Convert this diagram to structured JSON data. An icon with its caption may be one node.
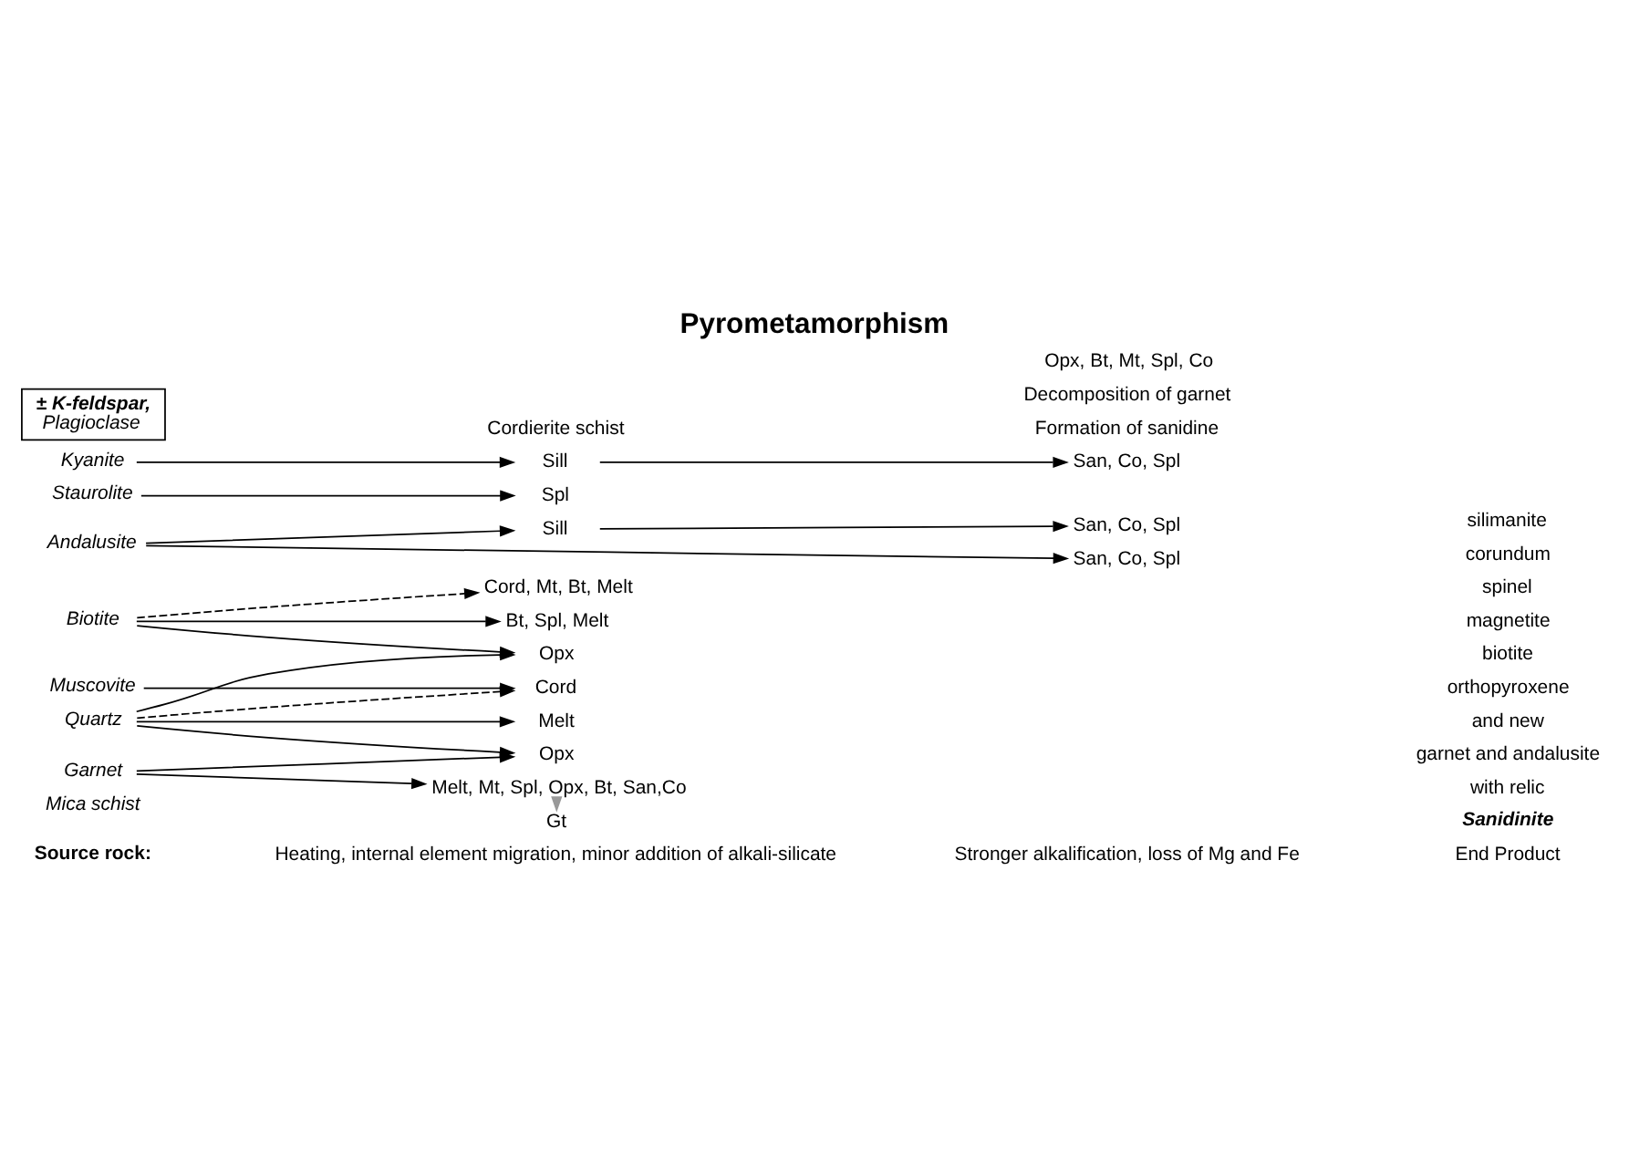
{
  "diagram": {
    "title": "Pyrometamorphism",
    "nodes": [
      {
        "text": [
          "Muscovite"
        ]
      },
      {
        "text": [
          "Biotite"
        ]
      },
      {
        "text": [
          "Quartz"
        ]
      },
      {
        "text": [
          "Garnet"
        ]
      },
      {
        "text": [
          "Andalusite"
        ]
      },
      {
        "text": [
          "Staurolite"
        ]
      },
      {
        "text": [
          "Kyanite"
        ]
      },
      {
        "text": [
          "Cord"
        ]
      },
      {
        "text": [
          "Cord, Mt, Bt, Melt"
        ]
      },
      {
        "text": [
          "Bt, Spl, Melt"
        ]
      },
      {
        "text": [
          "Opx"
        ]
      },
      {
        "text": [
          "Melt"
        ]
      },
      {
        "text": [
          "Opx"
        ]
      },
      {
        "text": [
          "Melt, Mt, Spl, Opx, Bt, San,Co"
        ]
      },
      {
        "text": [
          "Gt"
        ]
      },
      {
        "text": [
          "Sill"
        ]
      },
      {
        "text": [
          "Spl"
        ]
      },
      {
        "text": [
          "Sill"
        ]
      },
      {
        "text": [
          "San, Co, Spl"
        ]
      },
      {
        "text": [
          "San, Co, Spl"
        ]
      },
      {
        "text": [
          "San, Co, Spl"
        ]
      },
      {
        "text": [
          "± K-feldspar,",
          "Plagioclase"
        ]
      }
    ],
    "edges": [
      {
        "from": 0,
        "to": 7,
        "arrow": "to"
      },
      {
        "from": 2,
        "to": 7,
        "arrow": "to",
        "style": "dashed"
      },
      {
        "from": 1,
        "to": 8,
        "arrow": "to",
        "style": "dashed"
      },
      {
        "from": 1,
        "to": 9,
        "arrow": "to"
      },
      {
        "from": 1,
        "to": 10,
        "arrow": "to"
      },
      {
        "from": 2,
        "to": 10,
        "arrow": "to"
      },
      {
        "from": 2,
        "to": 11,
        "arrow": "to"
      },
      {
        "from": 2,
        "to": 12,
        "arrow": "to"
      },
      {
        "from": 3,
        "to": 12,
        "arrow": "to"
      },
      {
        "from": 3,
        "to": 13,
        "arrow": "to"
      },
      {
        "from": 13,
        "to": 14,
        "arrow": "to",
        "color": "#999999"
      },
      {
        "from": 4,
        "to": 18,
        "arrow": "to"
      },
      {
        "from": 4,
        "to": 15,
        "arrow": "to"
      },
      {
        "from": 15,
        "to": 19,
        "arrow": "to"
      },
      {
        "from": 5,
        "to": 16,
        "arrow": "to"
      },
      {
        "from": 6,
        "to": 17,
        "arrow": "to"
      },
      {
        "from": 17,
        "to": 20,
        "arrow": "to"
      }
    ],
    "labels": [
      "Source rock:",
      "Mica schist",
      "Heating, internal element migration, minor addition of alkali-silicate",
      "Stronger alkalification, loss of Mg and Fe",
      "End Product",
      "Cordierite schist",
      "Formation of sanidine",
      "Decomposition of garnet",
      "Opx, Bt, Mt, Spl, Co",
      "Sanidinite",
      "with relic",
      "garnet and andalusite",
      "and new",
      "orthopyroxene",
      "biotite",
      "magnetite",
      "spinel",
      "corundum",
      "silimanite"
    ]
  }
}
